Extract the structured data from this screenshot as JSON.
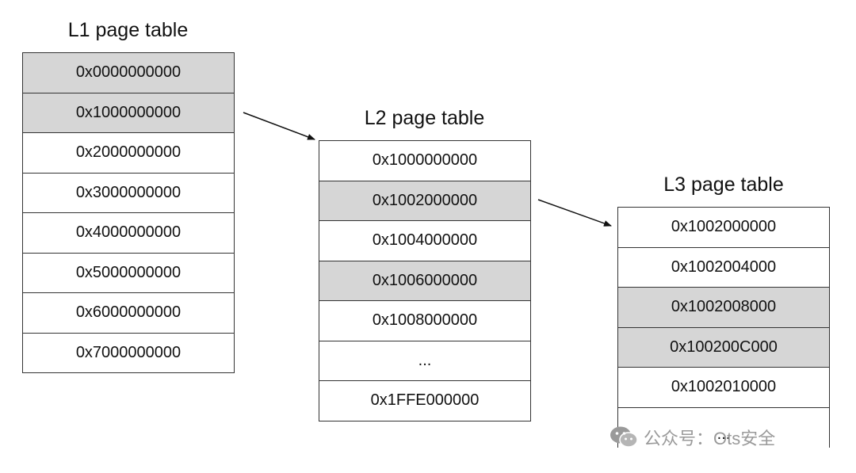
{
  "colors": {
    "shaded_cell": "#d6d6d6",
    "plain_cell": "#ffffff",
    "border": "#333333",
    "watermark": "#9a9a9a"
  },
  "tables": {
    "l1": {
      "title": "L1 page table",
      "rows": [
        {
          "addr": "0x0000000000",
          "shaded": true
        },
        {
          "addr": "0x1000000000",
          "shaded": true
        },
        {
          "addr": "0x2000000000",
          "shaded": false
        },
        {
          "addr": "0x3000000000",
          "shaded": false
        },
        {
          "addr": "0x4000000000",
          "shaded": false
        },
        {
          "addr": "0x5000000000",
          "shaded": false
        },
        {
          "addr": "0x6000000000",
          "shaded": false
        },
        {
          "addr": "0x7000000000",
          "shaded": false
        }
      ]
    },
    "l2": {
      "title": "L2 page table",
      "rows": [
        {
          "addr": "0x1000000000",
          "shaded": false
        },
        {
          "addr": "0x1002000000",
          "shaded": true
        },
        {
          "addr": "0x1004000000",
          "shaded": false
        },
        {
          "addr": "0x1006000000",
          "shaded": true
        },
        {
          "addr": "0x1008000000",
          "shaded": false
        },
        {
          "addr": "...",
          "shaded": false
        },
        {
          "addr": "0x1FFE000000",
          "shaded": false
        }
      ]
    },
    "l3": {
      "title": "L3 page table",
      "rows": [
        {
          "addr": "0x1002000000",
          "shaded": false
        },
        {
          "addr": "0x1002004000",
          "shaded": false
        },
        {
          "addr": "0x1002008000",
          "shaded": true
        },
        {
          "addr": "0x100200C000",
          "shaded": true
        },
        {
          "addr": "0x1002010000",
          "shaded": false
        },
        {
          "addr": "...",
          "shaded": false
        }
      ]
    }
  },
  "watermark": {
    "icon": "wechat-icon",
    "text": "公众号：Ots安全"
  }
}
